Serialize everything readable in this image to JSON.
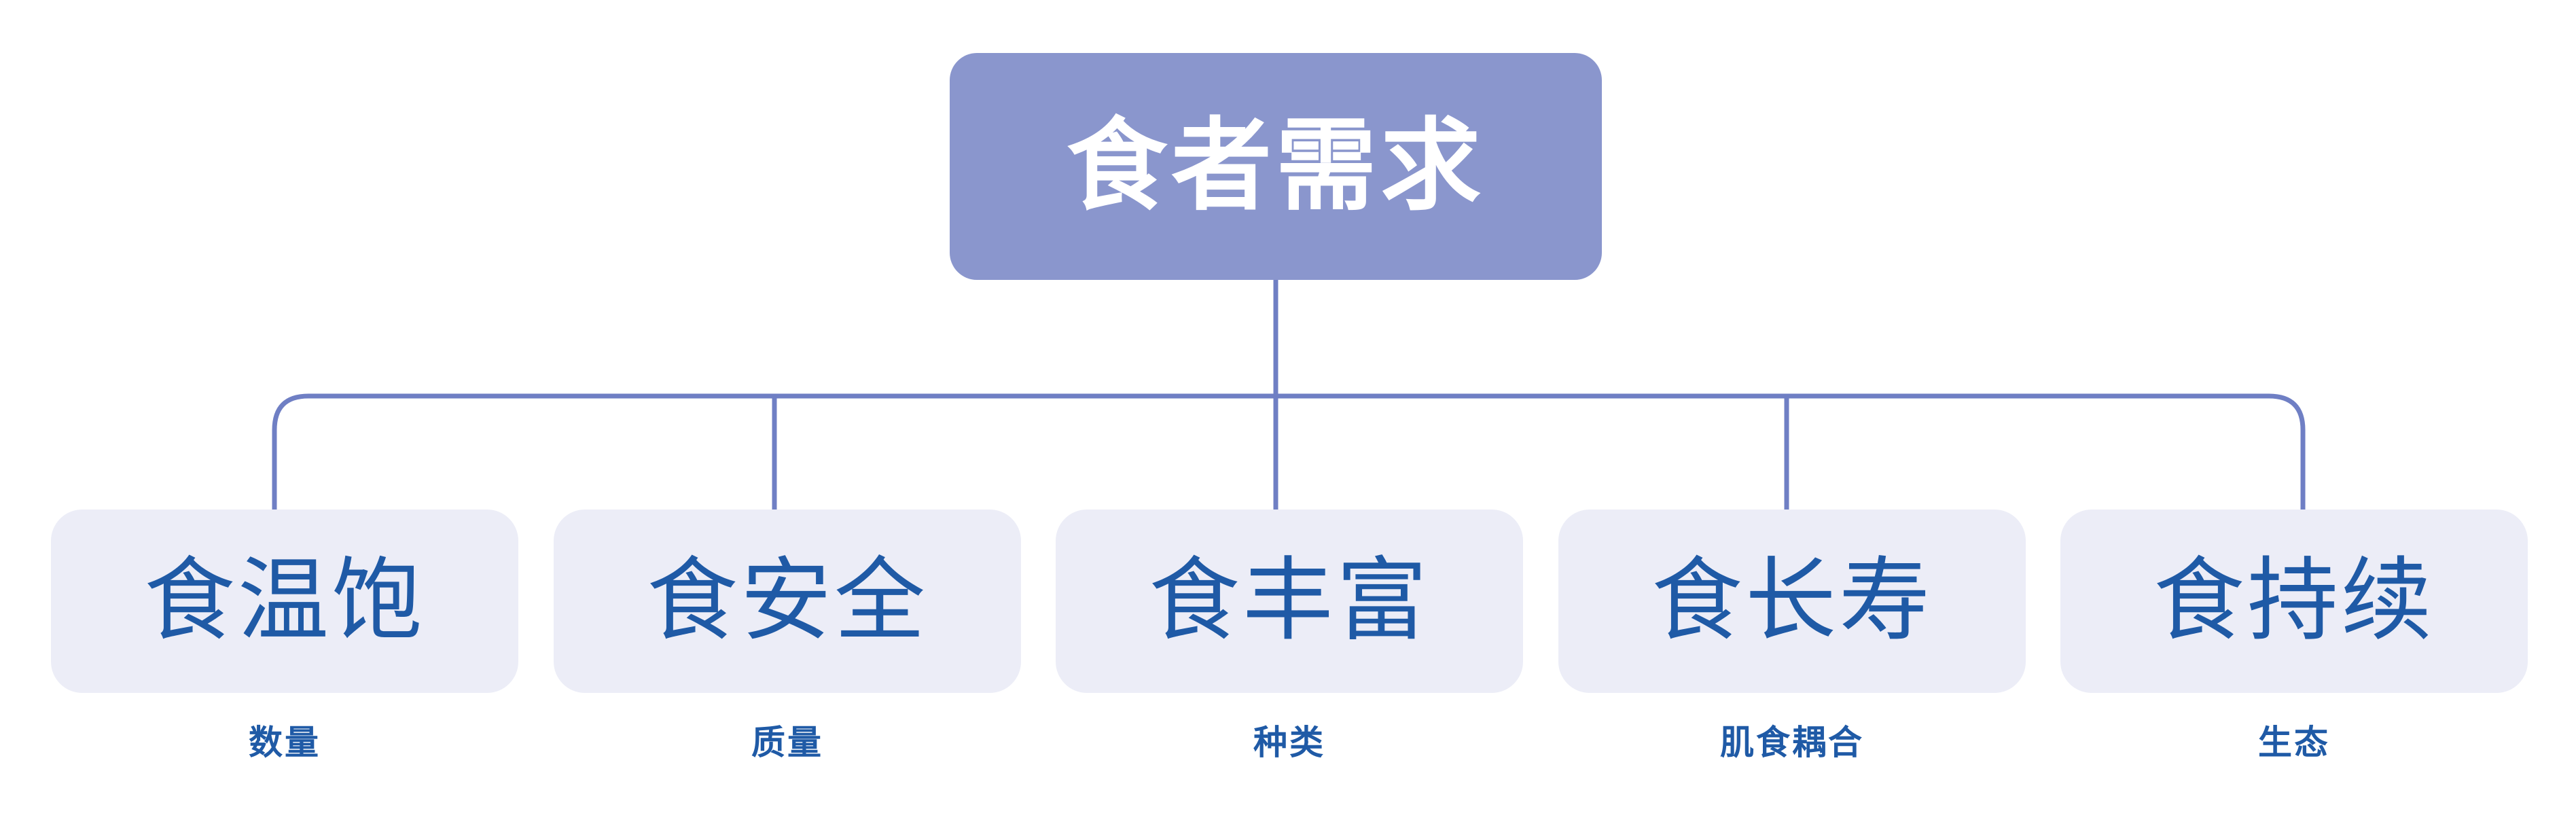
{
  "diagram": {
    "type": "hierarchy-tree",
    "orientation": "top-down",
    "colors": {
      "root_fill": "#8A96CD",
      "root_text": "#FFFFFF",
      "leaf_fill": "#ECEDF7",
      "leaf_text": "#1F5AA6",
      "caption_text": "#1F5AA6",
      "connector_line": "#6F7FC4",
      "background": "#FFFFFF"
    },
    "root": {
      "label": "食者需求"
    },
    "leaves": [
      {
        "label": "食温饱",
        "caption": "数量"
      },
      {
        "label": "食安全",
        "caption": "质量"
      },
      {
        "label": "食丰富",
        "caption": "种类"
      },
      {
        "label": "食长寿",
        "caption": "肌食耦合"
      },
      {
        "label": "食持续",
        "caption": "生态"
      }
    ]
  }
}
